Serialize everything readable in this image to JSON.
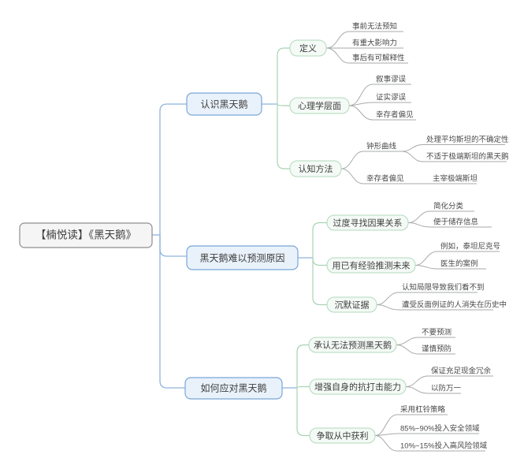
{
  "root": {
    "label": "【楠悦读】《黑天鹅》"
  },
  "branches": [
    {
      "label": "认识黑天鹅",
      "children": [
        {
          "label": "定义",
          "leaves": [
            {
              "label": "事前无法预知"
            },
            {
              "label": "有重大影响力"
            },
            {
              "label": "事后有可解释性"
            }
          ]
        },
        {
          "label": "心理学层面",
          "leaves": [
            {
              "label": "叙事谬误"
            },
            {
              "label": "证实谬误"
            },
            {
              "label": "幸存者偏见"
            }
          ]
        },
        {
          "label": "认知方法",
          "subtopics": [
            {
              "label": "钟形曲线",
              "leaves": [
                {
                  "label": "处理平均斯坦的不确定性"
                },
                {
                  "label": "不适于极端斯坦的黑天鹅"
                }
              ]
            },
            {
              "label": "幸存者偏见",
              "leaves": [
                {
                  "label": "主宰极端斯坦"
                }
              ]
            }
          ]
        }
      ]
    },
    {
      "label": "黑天鹅难以预测原因",
      "children": [
        {
          "label": "过度寻找因果关系",
          "leaves": [
            {
              "label": "简化分类"
            },
            {
              "label": "便于储存信息"
            }
          ]
        },
        {
          "label": "用已有经验推测未来",
          "leaves": [
            {
              "label": "例如，泰坦尼克号"
            },
            {
              "label": "医生的案例"
            }
          ]
        },
        {
          "label": "沉默证据",
          "leaves": [
            {
              "label": "认知局限导致我们看不到"
            },
            {
              "label": "遭受反面例证的人消失在历史中"
            }
          ]
        }
      ]
    },
    {
      "label": "如何应对黑天鹅",
      "children": [
        {
          "label": "承认无法预测黑天鹅",
          "leaves": [
            {
              "label": "不要预测"
            },
            {
              "label": "谨慎预防"
            }
          ]
        },
        {
          "label": "增强自身的抗打击能力",
          "leaves": [
            {
              "label": "保证充足现金冗余"
            },
            {
              "label": "以防万一"
            }
          ]
        },
        {
          "label": "争取从中获利",
          "leaves": [
            {
              "label": "采用杠铃策略"
            },
            {
              "label": "85%~90%投入安全领域"
            },
            {
              "label": "10%~15%投入高风险领域"
            }
          ]
        }
      ]
    }
  ],
  "colors": {
    "root_fill": "#f5f5f5",
    "root_border": "#8e8e8e",
    "branch_fill": "#e9f2fb",
    "branch_border": "#7aa6d8",
    "branch_edge": "#8fb4dc",
    "topic_fill": "#f4faf6",
    "topic_border": "#b2d9bb",
    "topic_edge": "#a8d4b4",
    "leaf_edge": "#a6aba8",
    "text": "#3e3e3e"
  }
}
